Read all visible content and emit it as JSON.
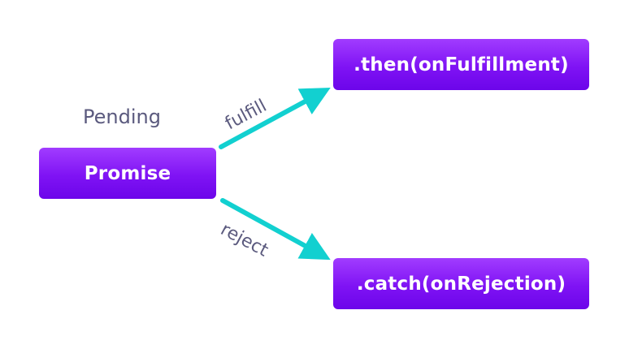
{
  "nodes": {
    "promise": {
      "label": "Promise",
      "state": "Pending"
    },
    "then": {
      "label": ".then(onFulfillment)"
    },
    "catch": {
      "label": ".catch(onRejection)"
    }
  },
  "edges": {
    "fulfill": {
      "label": "fulfill"
    },
    "reject": {
      "label": "reject"
    }
  },
  "colors": {
    "box_gradient_top": "#a13cff",
    "box_gradient_bottom": "#6c05ea",
    "arrow": "#12d0d0",
    "muted_text": "#5b5a7e"
  }
}
